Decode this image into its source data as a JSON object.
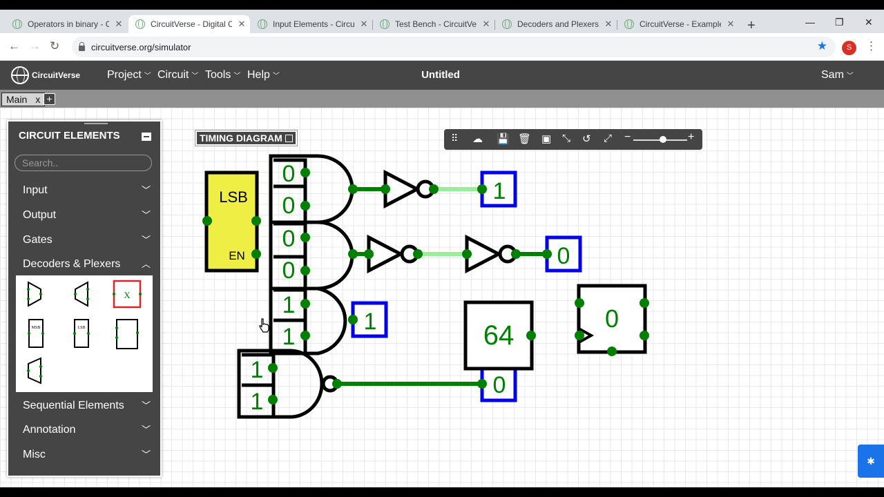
{
  "browser": {
    "tabs": [
      {
        "title": "Operators in binary - Ci"
      },
      {
        "title": "CircuitVerse - Digital Ci"
      },
      {
        "title": "Input Elements - Circuit"
      },
      {
        "title": "Test Bench - CircuitVers"
      },
      {
        "title": "Decoders and Plexers -"
      },
      {
        "title": "CircuitVerse - Examples"
      }
    ],
    "url": "circuitverse.org/simulator",
    "profile_initial": "S"
  },
  "app": {
    "logo_text": "CircuitVerse",
    "menus": [
      "Project",
      "Circuit",
      "Tools",
      "Help"
    ],
    "project_title": "Untitled",
    "user": "Sam"
  },
  "circuit_tabs": {
    "main_label": "Main",
    "close_label": "x",
    "add_label": "+"
  },
  "panel": {
    "title": "CIRCUIT ELEMENTS",
    "search_placeholder": "Search..",
    "categories": [
      {
        "label": "Input",
        "expanded": false
      },
      {
        "label": "Output",
        "expanded": false
      },
      {
        "label": "Gates",
        "expanded": false
      },
      {
        "label": "Decoders & Plexers",
        "expanded": true
      },
      {
        "label": "Sequential Elements",
        "expanded": false
      },
      {
        "label": "Annotation",
        "expanded": false
      },
      {
        "label": "Misc",
        "expanded": false
      }
    ],
    "element_icons": [
      {
        "name": "multiplexer-icon"
      },
      {
        "name": "demultiplexer-icon"
      },
      {
        "name": "bit-selector-icon",
        "text": "X"
      },
      {
        "name": "msb-icon",
        "text": "MSB"
      },
      {
        "name": "lsb-icon",
        "text": "LSB"
      },
      {
        "name": "priority-encoder-icon"
      },
      {
        "name": "decoder-icon"
      }
    ]
  },
  "toolbar": {
    "timing_diagram_label": "TIMING DIAGRAM",
    "icons": [
      "drag-handle-icon",
      "cloud-upload-icon",
      "save-icon",
      "delete-icon",
      "image-icon",
      "fit-icon",
      "undo-icon",
      "fullscreen-icon",
      "zoom-out-icon",
      "zoom-in-icon"
    ],
    "zoom_level": 0.55
  },
  "circuit": {
    "lsb_block": {
      "label_top": "LSB",
      "label_bottom": "EN"
    },
    "and_inputs": [
      "0",
      "0",
      "0",
      "0",
      "1",
      "1"
    ],
    "nand_inputs": [
      "1",
      "1"
    ],
    "outputs": [
      "1",
      "0",
      "1",
      "0"
    ],
    "constant_value": "64",
    "dflipflop_value": "0"
  },
  "colors": {
    "wire_green": "#008000",
    "wire_light": "#99ee99",
    "probe_blue": "#0000ee",
    "lsb_yellow": "#eeee44",
    "panel_bg": "#454545"
  },
  "report_issue_icon": "bug-icon"
}
